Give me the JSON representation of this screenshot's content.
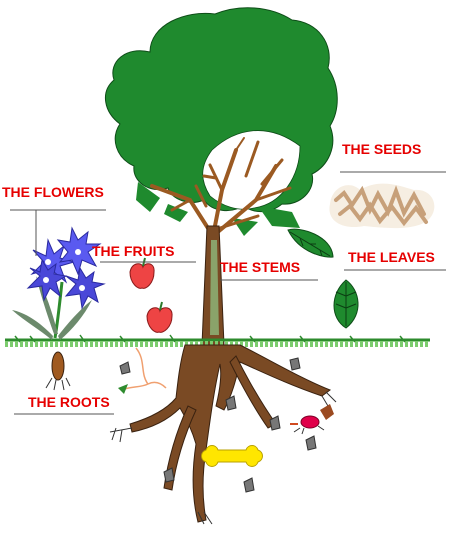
{
  "labels": {
    "seeds": "THE SEEDS",
    "flowers": "THE FLOWERS",
    "fruits": "THE FRUITS",
    "leaves": "THE LEAVES",
    "stems": "THE STEMS",
    "roots": "THE ROOTS"
  },
  "colors": {
    "label_text": "#e60000",
    "foliage": "#1f8a2e",
    "branches": "#9b5a22",
    "trunk": "#7a4a24",
    "roots": "#7a4a24",
    "grass": "#3aa63a",
    "flower": "#5a5af0",
    "fruit": "#ee4444",
    "seeds": "#c7a07a",
    "bone": "#ffe600",
    "rock": "#777777"
  }
}
